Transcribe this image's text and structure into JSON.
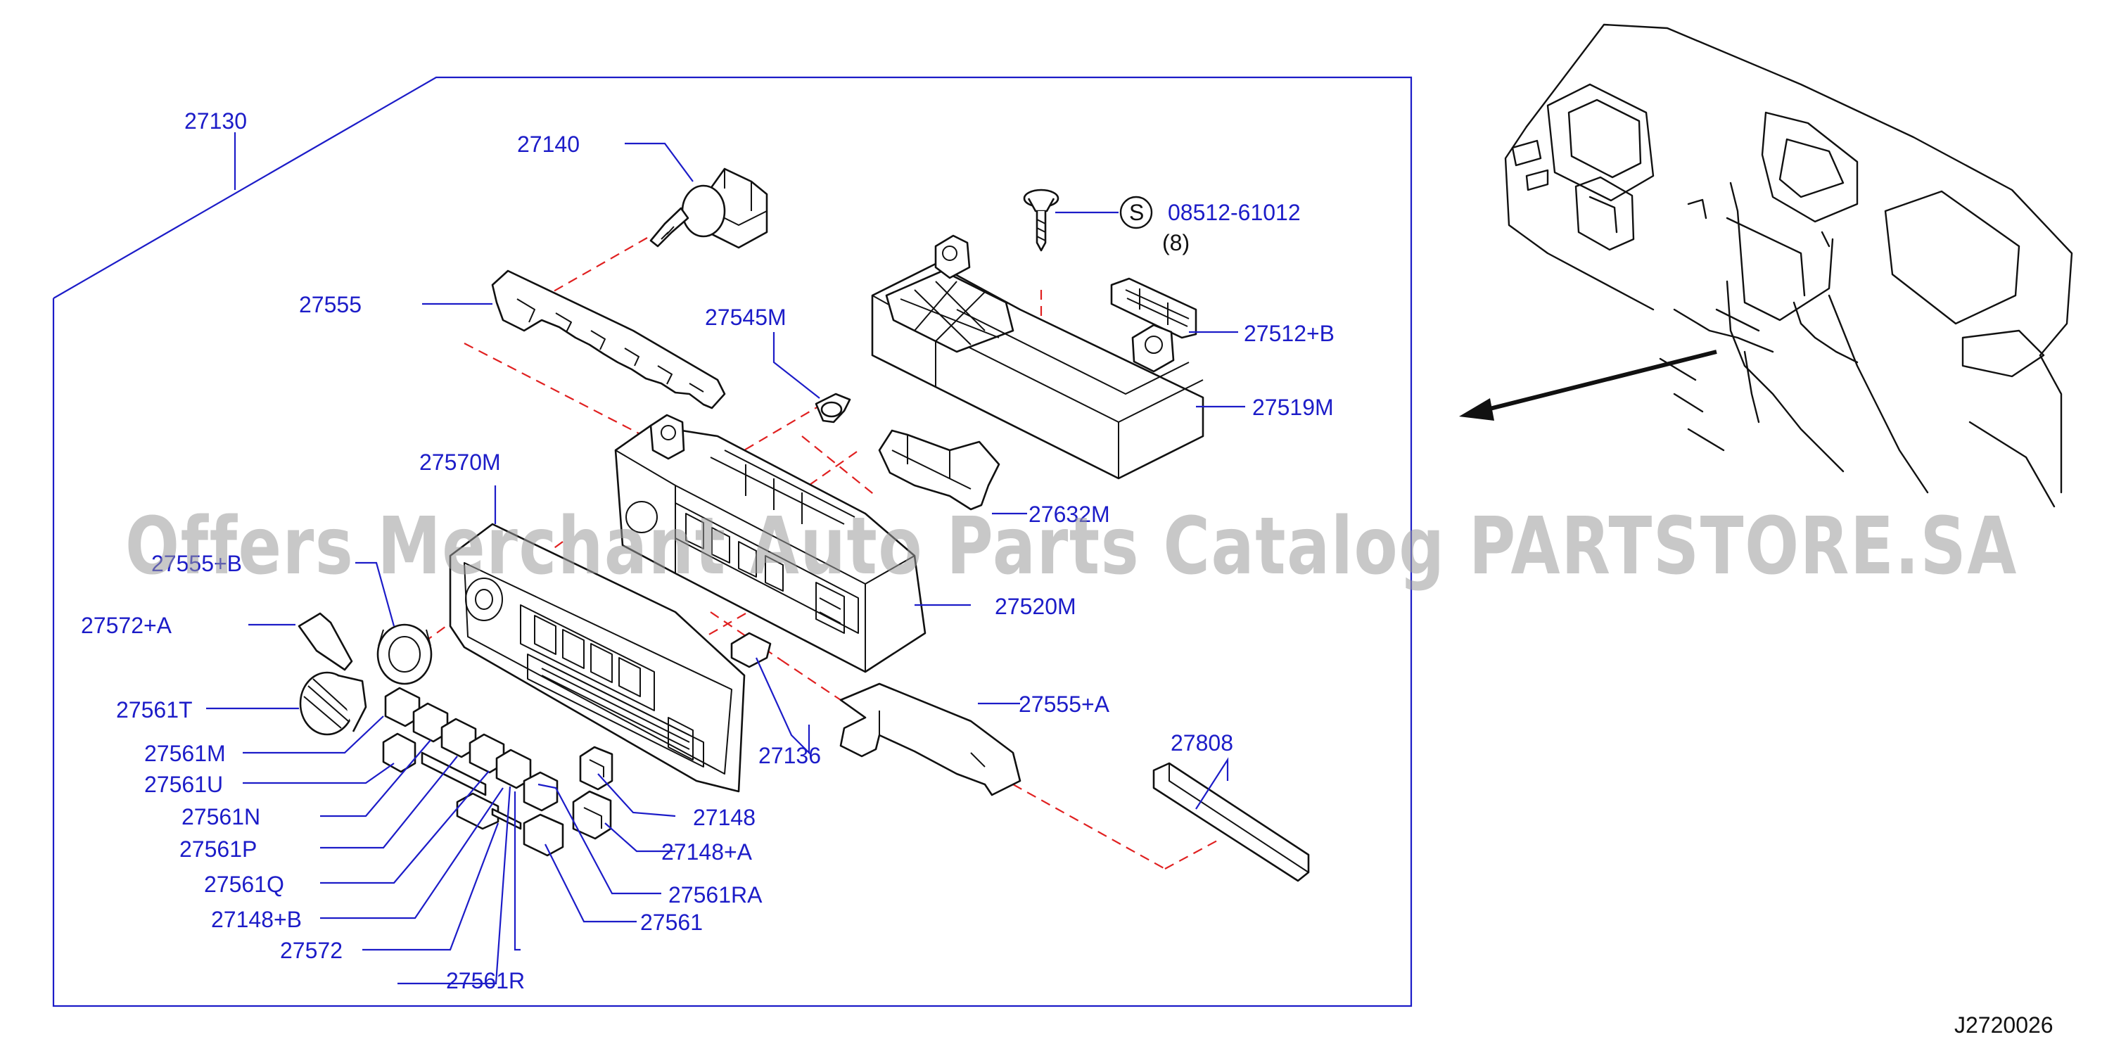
{
  "diagram_id": "J2720026",
  "watermark": "Offers Merchant Auto Parts Catalog PARTSTORE.SA",
  "screw_callout": {
    "symbol": "S",
    "part_number": "08512-61012",
    "quantity": "(8)"
  },
  "labels": {
    "p27130": "27130",
    "p27140": "27140",
    "p27555": "27555",
    "p27545m": "27545M",
    "p27512b": "27512+B",
    "p27519m": "27519M",
    "p27570m": "27570M",
    "p27632m": "27632M",
    "p27555b": "27555+B",
    "p27520m": "27520M",
    "p27572a": "27572+A",
    "p27561t": "27561T",
    "p27555a": "27555+A",
    "p27136": "27136",
    "p27808": "27808",
    "p27561m": "27561M",
    "p27561u": "27561U",
    "p27148": "27148",
    "p27561n": "27561N",
    "p27148a": "27148+A",
    "p27561p": "27561P",
    "p27561q": "27561Q",
    "p27561ra": "27561RA",
    "p27148b": "27148+B",
    "p27561": "27561",
    "p27572": "27572",
    "p27561r": "27561R"
  },
  "colors": {
    "label": "#1c1cc8",
    "dashed_guide": "#e02020",
    "linework": "#111111",
    "watermark": "#9a9a9a"
  }
}
